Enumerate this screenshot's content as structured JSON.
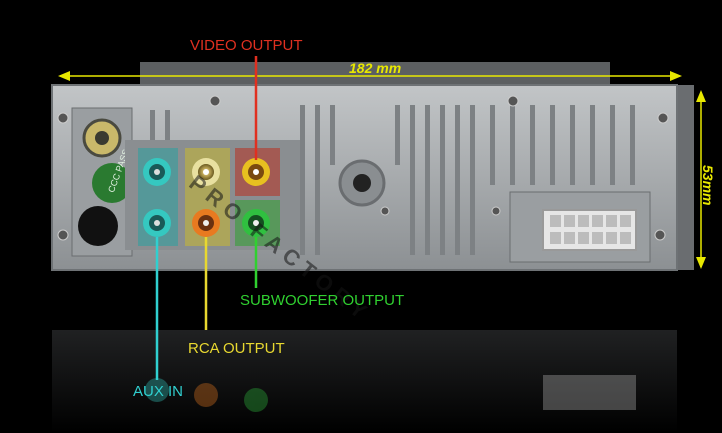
{
  "labels": {
    "video_output": "VIDEO OUTPUT",
    "subwoofer_output": "SUBWOOFER OUTPUT",
    "rca_output": "RCA OUTPUT",
    "aux_in": "AUX IN"
  },
  "dimensions": {
    "width": "182 mm",
    "height": "53mm"
  },
  "watermark": "PRO FACTORY",
  "badge": "CCC PASS",
  "colors": {
    "video": "#e03020",
    "subwoofer": "#30d030",
    "rca": "#e8d830",
    "aux": "#30d0d0",
    "dimension": "#e8e800",
    "chassis": "#a9adb0"
  }
}
